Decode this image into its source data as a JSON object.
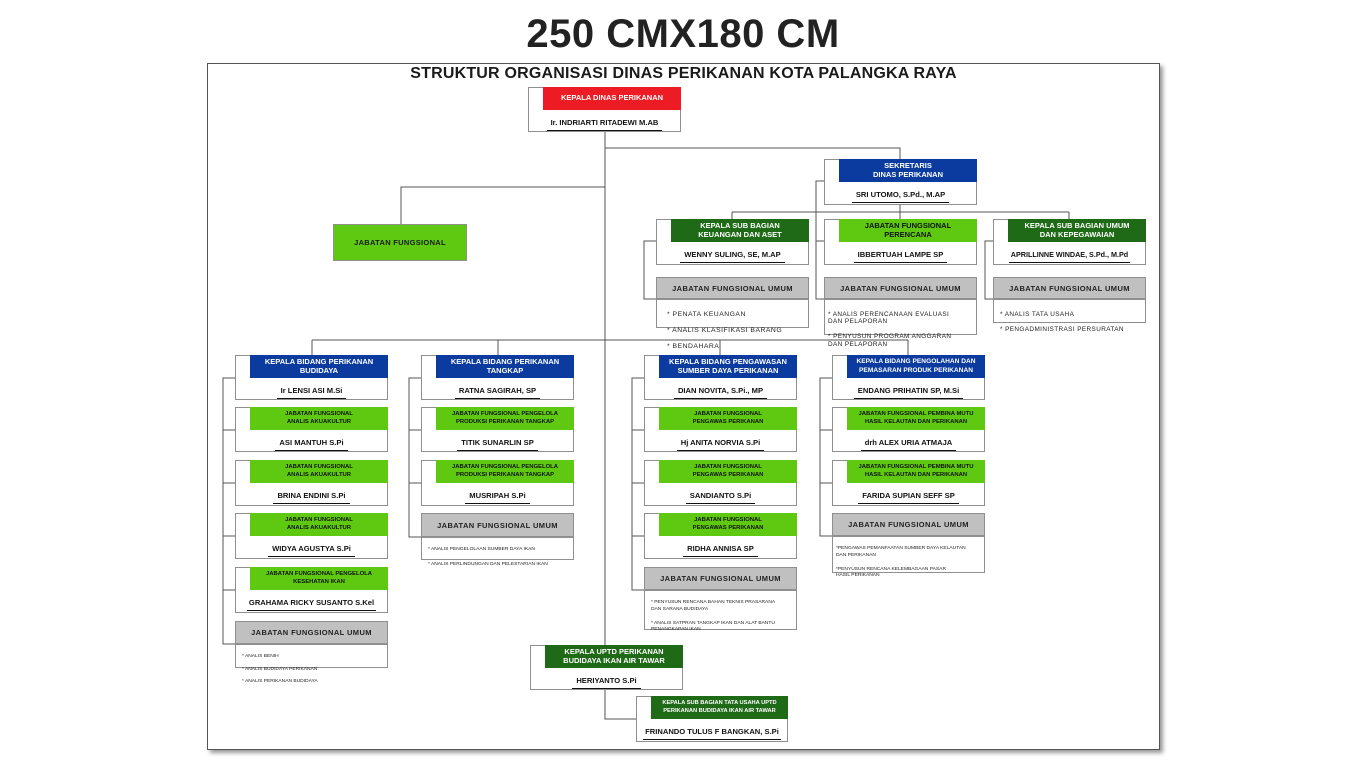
{
  "page_title": "250 CMX180 CM",
  "chart_title": "STRUKTUR ORGANISASI DINAS PERIKANAN KOTA PALANGKA RAYA",
  "colors": {
    "red": "#ed1c24",
    "blue": "#0b3b9e",
    "dark_green": "#1f6a16",
    "light_green": "#5ec910",
    "gray": "#c0c0c0"
  },
  "kepala_dinas": {
    "title": "KEPALA DINAS PERIKANAN",
    "name": "Ir. INDRIARTI RITADEWI M.AB"
  },
  "sekretaris": {
    "title": "SEKRETARIS\nDINAS PERIKANAN",
    "name": "SRI UTOMO, S.Pd., M.AP"
  },
  "jabatan_fungsional": {
    "label": "JABATAN FUNGSIONAL"
  },
  "sub_bagian_keuangan": {
    "title": "KEPALA SUB BAGIAN\nKEUANGAN DAN ASET",
    "name": "WENNY SULING, SE, M.AP",
    "umum_label": "JABATAN FUNGSIONAL UMUM",
    "items": [
      "* PENATA KEUANGAN",
      "* ANALIS KLASIFIKASI BARANG",
      "* BENDAHARA"
    ]
  },
  "fungsional_perencana": {
    "title": "JABATAN FUNGSIONAL\nPERENCANA",
    "name": "IBBERTUAH LAMPE SP",
    "umum_label": "JABATAN FUNGSIONAL UMUM",
    "items": [
      "* ANALIS PERENCANAAN EVALUASI\n  DAN PELAPORAN",
      "* PENYUSUN PROGRAM ANGGARAN\n  DAN PELAPORAN"
    ]
  },
  "sub_bagian_umum": {
    "title": "KEPALA SUB BAGIAN UMUM\nDAN KEPEGAWAIAN",
    "name": "APRILLINNE WINDAE, S.Pd., M.Pd",
    "umum_label": "JABATAN FUNGSIONAL UMUM",
    "items": [
      "* ANALIS TATA USAHA",
      "* PENGADMINISTRASI PERSURATAN"
    ]
  },
  "bidang_budidaya": {
    "title": "KEPALA BIDANG PERIKANAN\nBUDIDAYA",
    "name": "Ir LENSI ASI M.Si",
    "staff": [
      {
        "title": "JABATAN FUNGSIONAL\nANALIS AKUAKULTUR",
        "name": "ASI MANTUH S.Pi"
      },
      {
        "title": "JABATAN FUNGSIONAL\nANALIS AKUAKULTUR",
        "name": "BRINA ENDINI S.Pi"
      },
      {
        "title": "JABATAN FUNGSIONAL\nANALIS AKUAKULTUR",
        "name": "WIDYA AGUSTYA S.Pi"
      },
      {
        "title": "JABATAN FUNGSIONAL PENGELOLA\nKESEHATAN IKAN",
        "name": "GRAHAMA RICKY SUSANTO S.Kel"
      }
    ],
    "umum_label": "JABATAN FUNGSIONAL UMUM",
    "items": [
      "* ANALIS BENIH",
      "* ANALIS BUDIDAYA PERIKANAN",
      "* ANALIS PERIKANAN BUDIDAYA"
    ]
  },
  "bidang_tangkap": {
    "title": "KEPALA BIDANG PERIKANAN\nTANGKAP",
    "name": "RATNA SAGIRAH, SP",
    "staff": [
      {
        "title": "JABATAN FUNGSIONAL PENGELOLA\nPRODUKSI PERIKANAN TANGKAP",
        "name": "TITIK SUNARLIN SP"
      },
      {
        "title": "JABATAN FUNGSIONAL PENGELOLA\nPRODUKSI PERIKANAN TANGKAP",
        "name": "MUSRIPAH S.Pi"
      }
    ],
    "umum_label": "JABATAN FUNGSIONAL UMUM",
    "items": [
      "* ANALIS PENGELOLAAN SUMBER DAYA IKAN",
      "* ANALIS PERLINDUNGAN DAN PELESTARIAN IKAN"
    ]
  },
  "bidang_pengawasan": {
    "title": "KEPALA BIDANG PENGAWASAN\nSUMBER DAYA PERIKANAN",
    "name": "DIAN NOVITA, S.Pi., MP",
    "staff": [
      {
        "title": "JABATAN FUNGSIONAL\nPENGAWAS PERIKANAN",
        "name": "Hj ANITA NORVIA S.Pi"
      },
      {
        "title": "JABATAN FUNGSIONAL\nPENGAWAS PERIKANAN",
        "name": "SANDIANTO S.Pi"
      },
      {
        "title": "JABATAN FUNGSIONAL\nPENGAWAS PERIKANAN",
        "name": "RIDHA ANNISA SP"
      }
    ],
    "umum_label": "JABATAN FUNGSIONAL UMUM",
    "items": [
      "* PENYUSUN RENCANA BAHAN TEKNIS PRASARANA\n  DAN SARANA BUDIDAYA",
      "* ANALIS SATPRAN TANGKAP IKAN DAN ALAT BANTU\n  PENANGKAPAN IKAN"
    ]
  },
  "bidang_pengolahan": {
    "title": "KEPALA BIDANG PENGOLAHAN DAN\nPEMASARAN PRODUK PERIKANAN",
    "name": "ENDANG PRIHATIN SP, M.Si",
    "staff": [
      {
        "title": "JABATAN FUNGSIONAL PEMBINA MUTU\nHASIL KELAUTAN DAN PERIKANAN",
        "name": "drh ALEX URIA ATMAJA"
      },
      {
        "title": "JABATAN FUNGSIONAL PEMBINA MUTU\nHASIL KELAUTAN DAN PERIKANAN",
        "name": "FARIDA SUPIAN SEFF SP"
      }
    ],
    "umum_label": "JABATAN FUNGSIONAL UMUM",
    "items": [
      "*PENGAWAS PEMANFAATAN SUMBER DAYA KELAUTAN\n DAN PERIKANAN",
      "*PENYUSUN RENCANA KELEMBAGAAN PASAR\n HASIL PERIKANAN"
    ]
  },
  "uptd": {
    "title": "KEPALA UPTD PERIKANAN\nBUDIDAYA IKAN AIR TAWAR",
    "name": "HERIYANTO S.Pi"
  },
  "uptd_tata_usaha": {
    "title": "KEPALA SUB BAGIAN TATA USAHA UPTD\nPERIKANAN BUDIDAYA IKAN AIR TAWAR",
    "name": "FRINANDO TULUS F BANGKAN, S.Pi"
  }
}
